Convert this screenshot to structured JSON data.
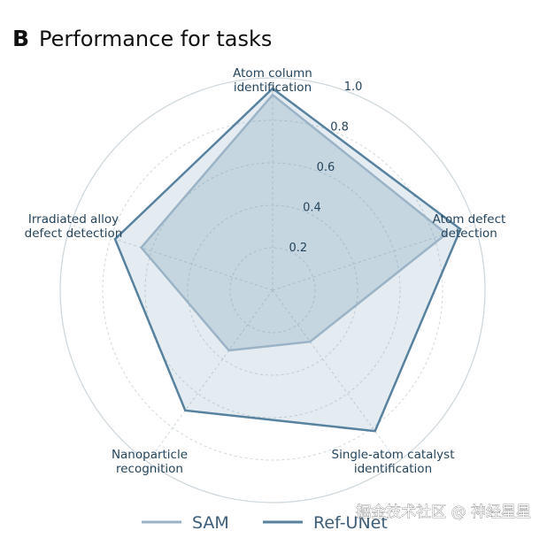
{
  "header": {
    "panel_letter": "B",
    "title": "Performance for tasks"
  },
  "watermark": "掘金技术社区 @ 神经星星",
  "colors": {
    "sam": "#9bb3c6",
    "refunet": "#57829f",
    "fill": "#5c8aa6",
    "grid": "#cfd8dd",
    "text": "#24445c"
  },
  "chart_data": {
    "type": "radar",
    "axes": [
      {
        "label": [
          "Atom column",
          "identification"
        ]
      },
      {
        "label": [
          "Atom defect",
          "detection"
        ]
      },
      {
        "label": [
          "Single-atom catalyst",
          "identification"
        ]
      },
      {
        "label": [
          "Nanoparticle",
          "recognition"
        ]
      },
      {
        "label": [
          "Irradiated alloy",
          "defect detection"
        ]
      }
    ],
    "rlim": [
      0,
      1.0
    ],
    "rticks": [
      0.2,
      0.4,
      0.6,
      0.8,
      1.0
    ],
    "rtick_labels": [
      "0.2",
      "0.4",
      "0.6",
      "0.8",
      "1.0"
    ],
    "grid": true,
    "legend_position": "bottom",
    "series": [
      {
        "name": "SAM",
        "values": [
          0.92,
          0.86,
          0.3,
          0.35,
          0.65
        ]
      },
      {
        "name": "Ref-UNet",
        "values": [
          0.95,
          0.93,
          0.82,
          0.7,
          0.78
        ]
      }
    ]
  }
}
